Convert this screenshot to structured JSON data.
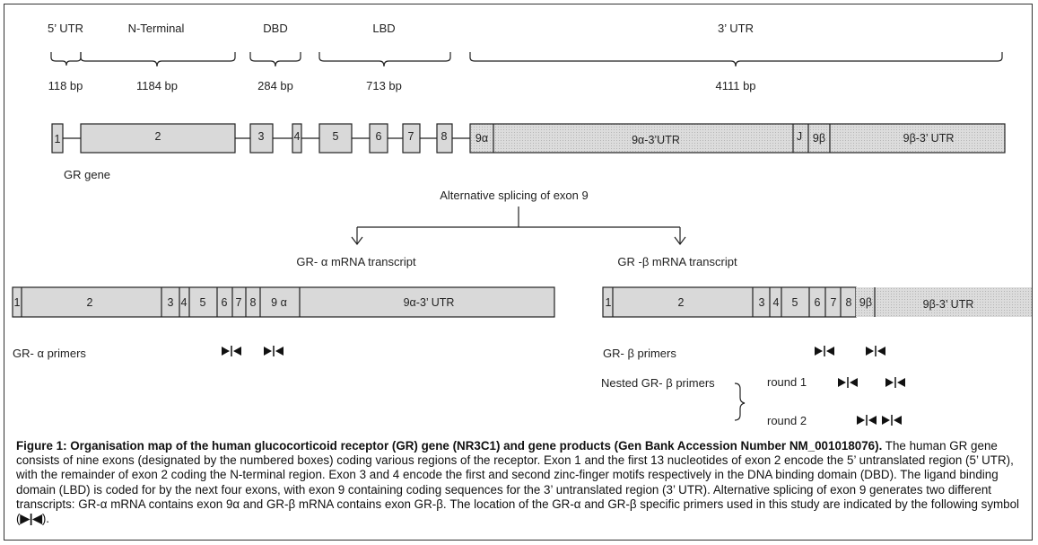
{
  "regions": [
    {
      "name": "5’ UTR",
      "size": "118 bp"
    },
    {
      "name": "N-Terminal",
      "size": "1184 bp"
    },
    {
      "name": "DBD",
      "size": "284 bp"
    },
    {
      "name": "LBD",
      "size": "713 bp"
    },
    {
      "name": "3’ UTR",
      "size": "4111 bp"
    }
  ],
  "gene": {
    "label": "GR gene",
    "exons": [
      "1",
      "2",
      "3",
      "4",
      "5",
      "6",
      "7",
      "8",
      "9α",
      "9α-3’UTR",
      "J",
      "9β",
      "9β-3’ UTR"
    ]
  },
  "splicing_label": "Alternative splicing of exon 9",
  "alpha": {
    "title": "GR- α mRNA transcript",
    "exons": [
      "1",
      "2",
      "3",
      "4",
      "5",
      "6",
      "7",
      "8",
      "9 α",
      "9α-3’ UTR"
    ],
    "primers_label": "GR- α primers"
  },
  "beta": {
    "title": "GR -β mRNA transcript",
    "exons": [
      "1",
      "2",
      "3",
      "4",
      "5",
      "6",
      "7",
      "8",
      "9β",
      "9β-3’ UTR"
    ],
    "primers_label": "GR- β primers",
    "nested_label": "Nested GR-  β primers",
    "round1": "round 1",
    "round2": "round 2"
  },
  "caption": {
    "bold": "Figure 1: Organisation map of the human glucocorticoid receptor (GR) gene (NR3C1) and gene products (Gen Bank Accession Number NM_001018076).",
    "body": "The human GR gene consists of nine exons (designated by the numbered boxes) coding various regions of the receptor. Exon 1 and the first 13 nucleotides of exon 2 encode the 5’ untranslated region (5’ UTR), with the remainder of exon 2 coding the N-terminal region. Exon 3 and 4 encode the first and second zinc-finger motifs respectively in the DNA binding domain (DBD). The ligand binding domain (LBD) is coded for by the next four exons, with exon 9 containing coding sequences for the 3’ untranslated region (3’ UTR). Alternative splicing of exon 9 generates two different transcripts: GR-α mRNA contains exon 9α and GR-β mRNA contains exon GR-β. The location of the GR-α and GR-β specific primers used in this study are indicated by the following symbol (",
    "symbol": "▶|◀",
    "end": ")."
  }
}
